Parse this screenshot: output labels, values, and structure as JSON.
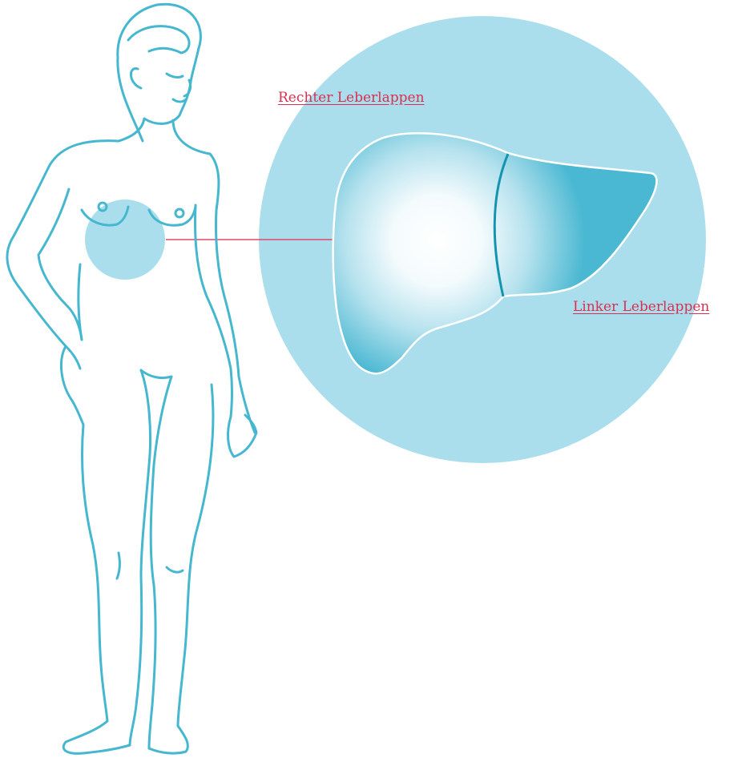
{
  "labels": {
    "right_lobe": "Rechter Leberlappen",
    "left_lobe": "Linker Leberlappen"
  },
  "colors": {
    "outline": "#45b7cf",
    "circle_fill": "#abdeed",
    "liver_edge": "#4ab8d2",
    "lobe_divider": "#1594b0",
    "label_text": "#d9304f",
    "leader_line": "#e04a66"
  },
  "icons": {
    "figure": "female-body-outline",
    "organ": "liver-illustration"
  }
}
